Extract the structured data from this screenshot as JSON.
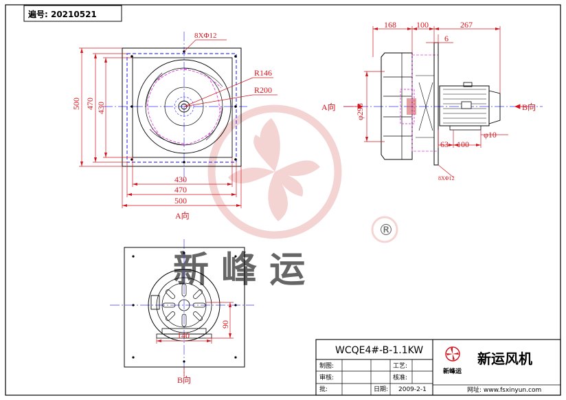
{
  "header": {
    "drawing_no": "遍号: 20210521"
  },
  "colors": {
    "dimension": "#d4141d",
    "outline": "#000000",
    "hidden": "#3a3aff",
    "blade": "#e040e0",
    "watermark": "#e8a0a0"
  },
  "front_view": {
    "bolt_note": "8XΦ12",
    "r_inner": "R146",
    "r_outer": "R200",
    "h_outer": "500",
    "h_mid": "470",
    "h_inner": "430",
    "w_inner": "430",
    "w_mid": "470",
    "w_outer": "500",
    "view_label": "A向"
  },
  "side_view": {
    "d1": "168",
    "d2": "100",
    "d3": "267",
    "flange_t": "6",
    "diameter": "φ298",
    "left_label": "A向",
    "right_label": "B向",
    "d_63": "63",
    "d_100": "100",
    "shaft": "φ10",
    "bolt_note": "8XΦ12"
  },
  "rear_view": {
    "height_90": "90",
    "width_140": "140",
    "view_label": "B向"
  },
  "watermark": {
    "text": "新 峰 运",
    "registered": "®"
  },
  "title_block": {
    "model": "WCQE4#-B-1.1KW",
    "company": "新运风机",
    "logo_text": "新峰运",
    "drawn_by": "制图:",
    "process": "工艺:",
    "review": "审核:",
    "check": "核准:",
    "date_label": "日期:",
    "date": "2009-2-1",
    "approve": "批:",
    "website": "网址: www.fsxinyun.com"
  }
}
